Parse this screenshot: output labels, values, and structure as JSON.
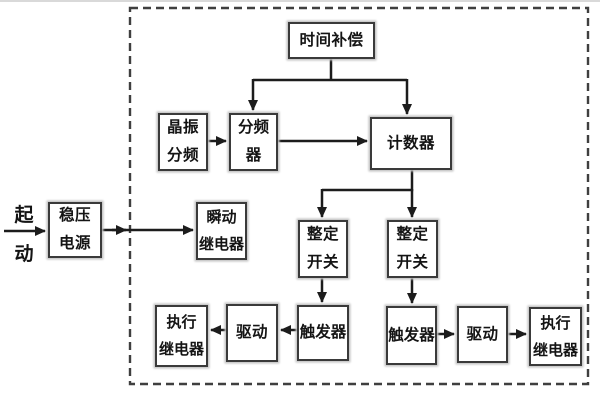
{
  "page": {
    "background": "#ffffff",
    "line_color": "#1c1c1c",
    "box_border_color": "#3a3a3a",
    "dashed_border_color": "#3f3f3f",
    "text_color": "#141414"
  },
  "diagram": {
    "start_label": "起\n动",
    "nodes": {
      "time_compensation": "时间补偿",
      "crystal_divider": "晶振\n分频",
      "frequency_divider": "分频器",
      "counter": "计数器",
      "regulated_power": "稳压\n电源",
      "instant_relay": "瞬动\n继电器",
      "setting_switch_left": "整定\n开关",
      "setting_switch_right": "整定\n开关",
      "trigger_left": "触发器",
      "trigger_right": "触发器",
      "drive_left": "驱动",
      "drive_right": "驱动",
      "exec_relay_left": "执行\n继电器",
      "exec_relay_right": "执行\n继电器"
    }
  }
}
